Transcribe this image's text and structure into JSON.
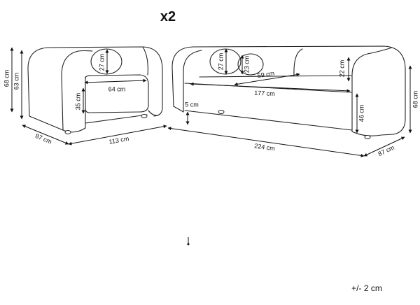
{
  "quantity": "x2",
  "tolerance": "+/- 2 cm",
  "colors": {
    "line": "#222222",
    "background": "#ffffff"
  },
  "armchair": {
    "height_total": "68 cm",
    "height_back": "63 cm",
    "pillow_height": "27 cm",
    "seat_width": "64 cm",
    "seat_height": "35 cm",
    "depth": "87 cm",
    "width": "113 cm"
  },
  "sofa": {
    "pillow_height_left": "27 cm",
    "pillow_height_right": "23 cm",
    "seat_depth": "59 cm",
    "seat_width": "177 cm",
    "arm_height": "22 cm",
    "leg_height": "5 cm",
    "seat_height": "46 cm",
    "height_total": "68 cm",
    "width": "224 cm",
    "depth": "87 cm"
  }
}
